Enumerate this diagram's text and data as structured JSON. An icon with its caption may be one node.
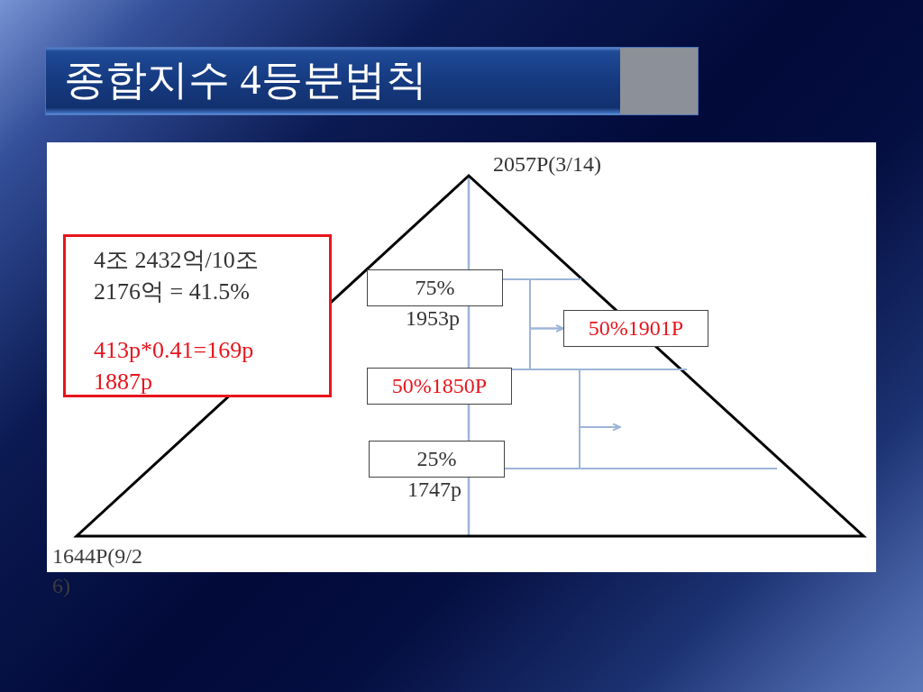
{
  "diagram": {
    "title": "종합지수 4등분법칙",
    "nodes": [
      {
        "text": [
          "4조 2432억/10조 2176억 = 41.5%",
          "413p*0.41=169p 1887p"
        ]
      },
      {
        "text": [
          "75%"
        ],
        "beside": [
          "1953p"
        ]
      },
      {
        "text": [
          "50%1901P"
        ]
      },
      {
        "text": [
          "50%1850P"
        ]
      },
      {
        "text": [
          "25%"
        ],
        "beside": [
          "1747p"
        ]
      }
    ],
    "edges": [
      {
        "from": 1,
        "to": 2,
        "arrow": "to"
      },
      {
        "from": 3,
        "to": 2,
        "arrow": "to"
      },
      {
        "from": 3,
        "to": null,
        "arrow": "to"
      },
      {
        "from": 4,
        "to": null,
        "arrow": "to"
      }
    ],
    "labels": [
      "2057P(3/14)",
      "1644P(9/26)"
    ]
  }
}
